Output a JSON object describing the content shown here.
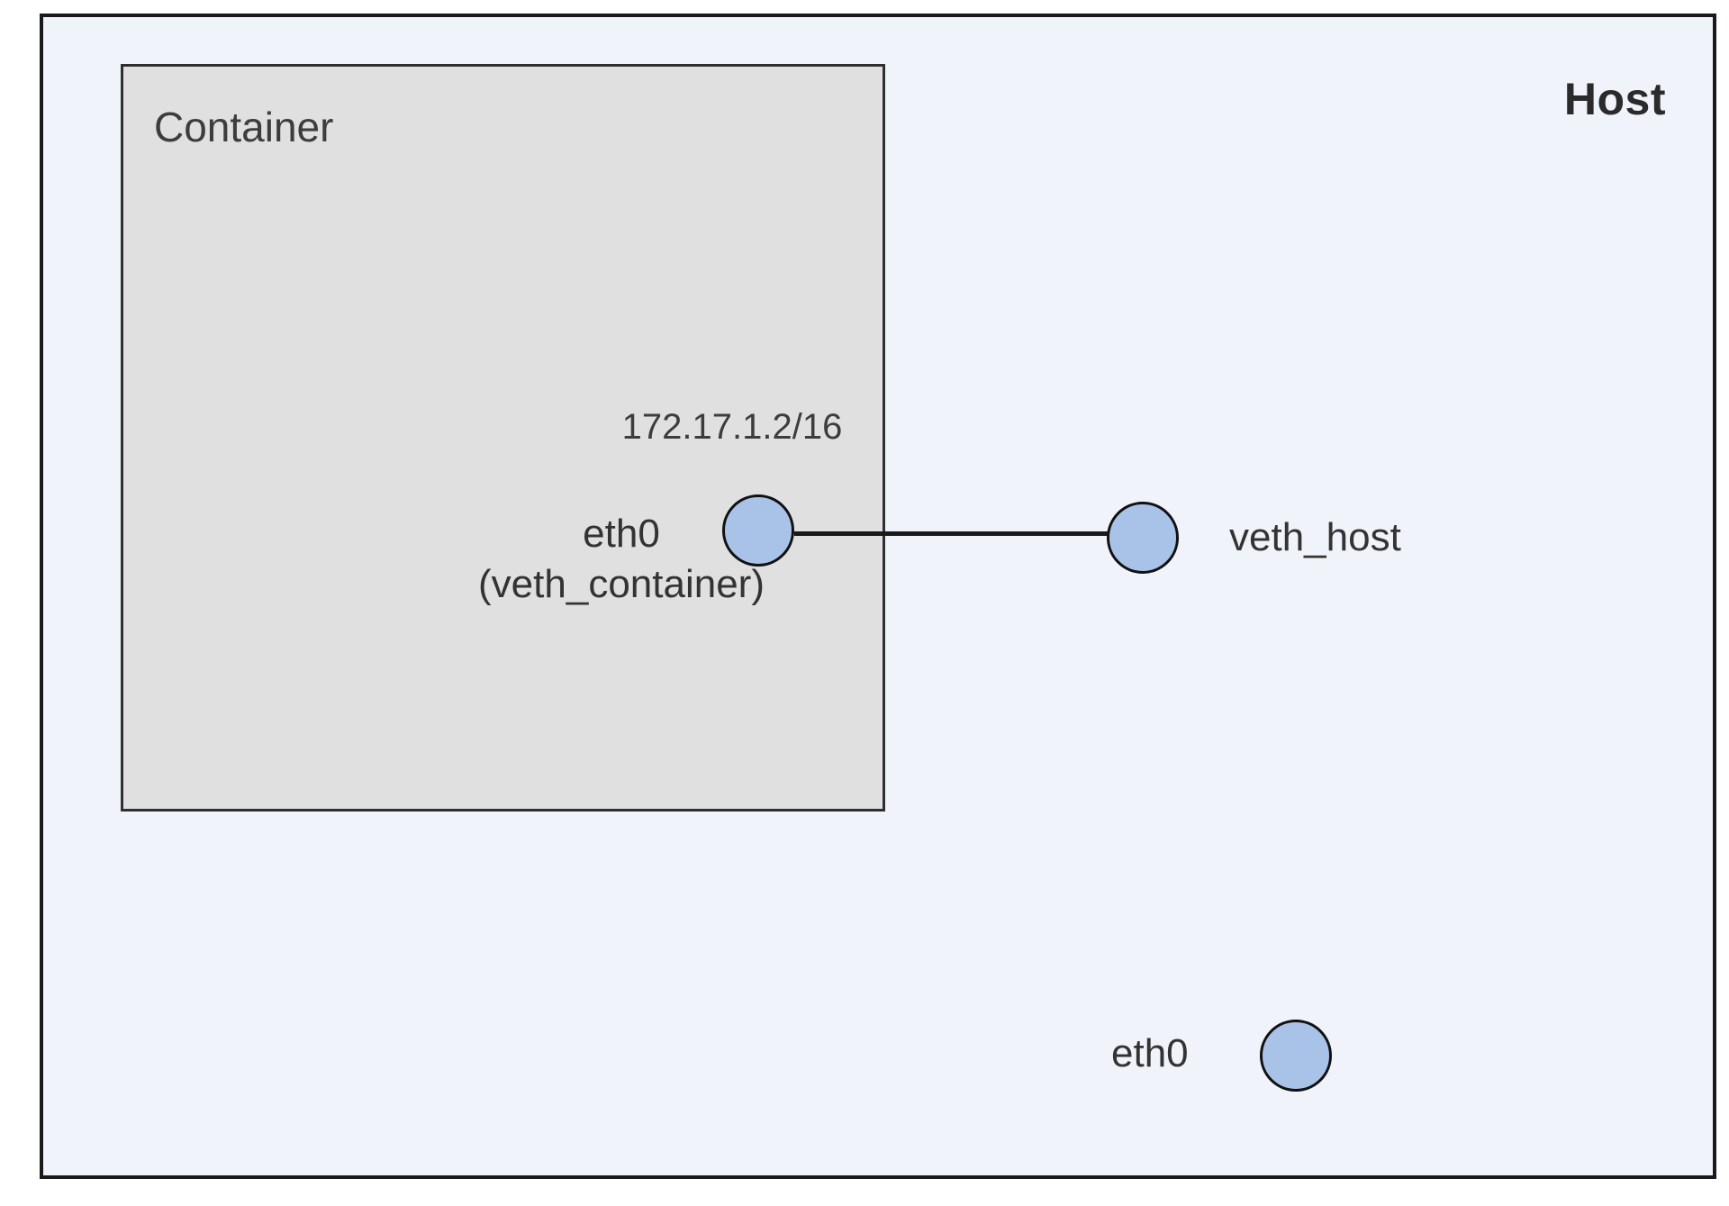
{
  "diagram": {
    "title_context": "container-veth-networking-diagram",
    "host": {
      "label": "Host"
    },
    "container": {
      "label": "Container"
    },
    "nodes": {
      "container_eth0": {
        "label": "eth0\n(veth_container)",
        "ip": "172.17.1.2/16"
      },
      "veth_host": {
        "label": "veth_host"
      },
      "host_eth0": {
        "label": "eth0"
      }
    },
    "edges": [
      {
        "from": "container_eth0",
        "to": "veth_host"
      }
    ],
    "colors": {
      "host_bg": "#f0f4fa",
      "container_bg": "#e0e0e0",
      "node_fill": "#a9c3e8",
      "line_color": "#1a1a1a"
    }
  }
}
